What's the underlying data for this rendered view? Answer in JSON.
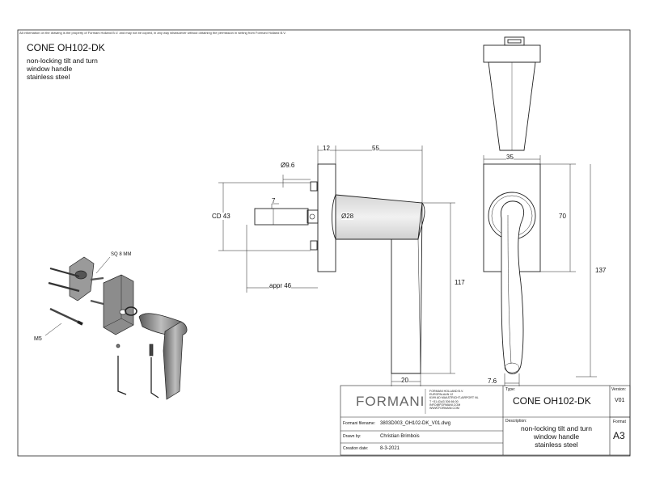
{
  "disclaimer": "All information on the drawing is the property of Formani Holland B.V. and may not be copied, in any way whatsoever without obtaining the permission in writing from Formani Holland B.V.",
  "header": {
    "title": "CONE OH102-DK",
    "description_lines": [
      "non-locking tilt and turn",
      "window handle",
      "stainless steel"
    ]
  },
  "dimensions": {
    "d12": "12",
    "d55": "55",
    "d35": "35",
    "dia96": "Ø9.6",
    "d7": "7",
    "dia28": "Ø28",
    "cd43": "CD 43",
    "d70": "70",
    "d137": "137",
    "d117": "117",
    "appr46": "appr 46",
    "d20": "20",
    "d76": "7.6"
  },
  "callouts": {
    "sq": "SQ 8 MM",
    "m5": "M5"
  },
  "title_block": {
    "brand": "FORMANI",
    "address_lines": [
      "FORMANI HOLLAND B.V.",
      "EUROPALAAN 12",
      "6199 AD MAASTRICHT-AIRPORT NL",
      "T +31 (0)43 306 66 00",
      "INFO@FORMANI.COM",
      "WWW.FORMANI.COM"
    ],
    "type_label": "Type:",
    "type_value": "CONE OH102-DK",
    "version_label": "Version:",
    "version_value": "V01",
    "filename_label": "Formani filename:",
    "filename_value": "3803D003_OH102-DK_V01.dwg",
    "drawn_label": "Drawn by:",
    "drawn_value": "Christian Brimbois",
    "date_label": "Creation date:",
    "date_value": "8-3-2021",
    "description_label": "Description:",
    "description_lines": [
      "non-locking tilt and turn",
      "window handle",
      "stainless steel"
    ],
    "format_label": "Format",
    "format_value": "A3"
  }
}
